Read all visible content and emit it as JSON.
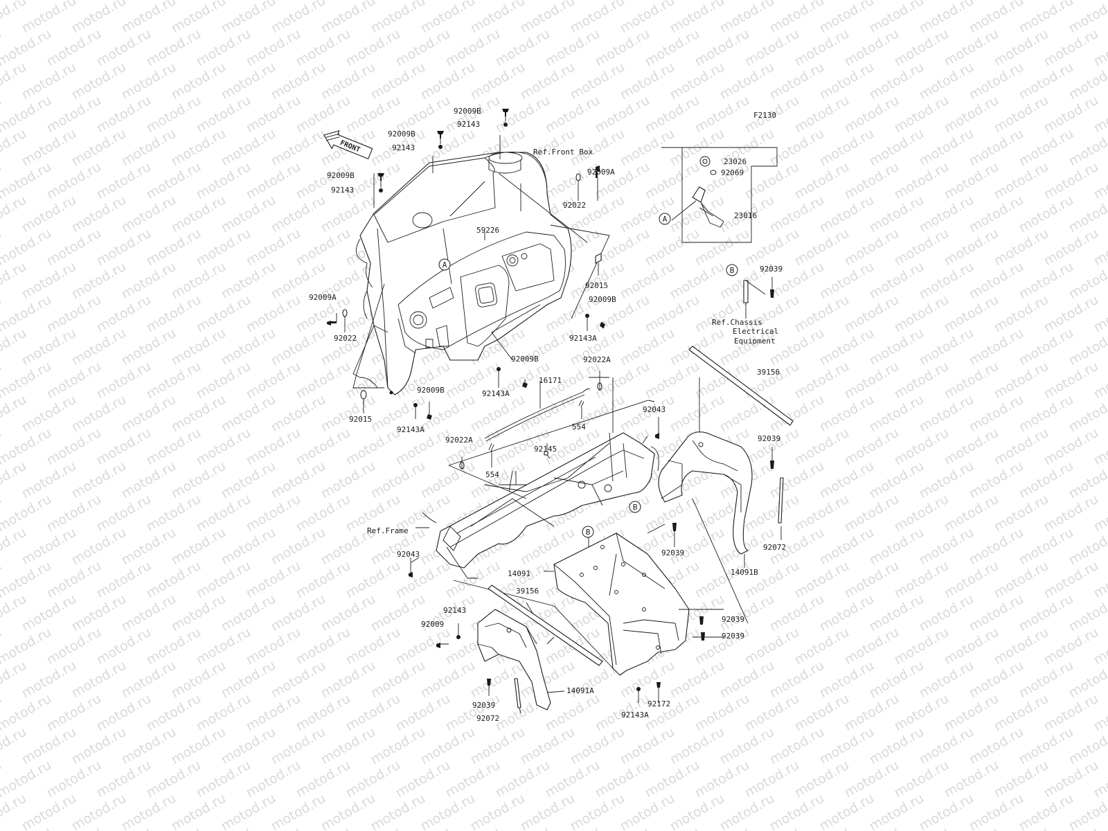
{
  "watermark": {
    "text": "motod.ru",
    "color": "#d9d9d9"
  },
  "figure_code": "F2130",
  "front_arrow": "FRONT",
  "callouts": [
    {
      "id": "c1",
      "letter": "A"
    },
    {
      "id": "c2",
      "letter": "A"
    },
    {
      "id": "c3",
      "letter": "B"
    },
    {
      "id": "c4",
      "letter": "B"
    },
    {
      "id": "c5",
      "letter": "B"
    }
  ],
  "parts": [
    {
      "id": "p1",
      "text": "92009B"
    },
    {
      "id": "p2",
      "text": "92143"
    },
    {
      "id": "p3",
      "text": "92009B"
    },
    {
      "id": "p4",
      "text": "92143"
    },
    {
      "id": "p5",
      "text": "Ref.Front Box"
    },
    {
      "id": "p6",
      "text": "92009B"
    },
    {
      "id": "p7",
      "text": "92143"
    },
    {
      "id": "p8",
      "text": "92022"
    },
    {
      "id": "p9",
      "text": "92009A"
    },
    {
      "id": "p10",
      "text": "59226"
    },
    {
      "id": "p11",
      "text": "92015"
    },
    {
      "id": "p12",
      "text": "92009B"
    },
    {
      "id": "p13",
      "text": "92143A"
    },
    {
      "id": "p14",
      "text": "92009A"
    },
    {
      "id": "p15",
      "text": "92022"
    },
    {
      "id": "p16",
      "text": "92009B"
    },
    {
      "id": "p17",
      "text": "92022A"
    },
    {
      "id": "p18",
      "text": "92143A"
    },
    {
      "id": "p19",
      "text": "16171"
    },
    {
      "id": "p20",
      "text": "92009B"
    },
    {
      "id": "p21",
      "text": "92015"
    },
    {
      "id": "p22",
      "text": "92143A"
    },
    {
      "id": "p23",
      "text": "554"
    },
    {
      "id": "p24",
      "text": "92145"
    },
    {
      "id": "p25",
      "text": "92022A"
    },
    {
      "id": "p26",
      "text": "554"
    },
    {
      "id": "p27",
      "text": "92043"
    },
    {
      "id": "p28",
      "text": "23026"
    },
    {
      "id": "p29",
      "text": "92069"
    },
    {
      "id": "p30",
      "text": "23016"
    },
    {
      "id": "p31",
      "text": "92039"
    },
    {
      "id": "p32",
      "text": "Ref.Chassis"
    },
    {
      "id": "p33",
      "text": "Electrical"
    },
    {
      "id": "p34",
      "text": "Equipment"
    },
    {
      "id": "p35",
      "text": "39156"
    },
    {
      "id": "p36",
      "text": "92039"
    },
    {
      "id": "p37",
      "text": "Ref.Frame"
    },
    {
      "id": "p38",
      "text": "92043"
    },
    {
      "id": "p39",
      "text": "92039"
    },
    {
      "id": "p40",
      "text": "92072"
    },
    {
      "id": "p41",
      "text": "14091B"
    },
    {
      "id": "p42",
      "text": "14091"
    },
    {
      "id": "p43",
      "text": "39156"
    },
    {
      "id": "p44",
      "text": "92143"
    },
    {
      "id": "p45",
      "text": "92009"
    },
    {
      "id": "p46",
      "text": "92039"
    },
    {
      "id": "p47",
      "text": "92039"
    },
    {
      "id": "p48",
      "text": "14091A"
    },
    {
      "id": "p49",
      "text": "92039"
    },
    {
      "id": "p50",
      "text": "92072"
    },
    {
      "id": "p51",
      "text": "92143A"
    },
    {
      "id": "p52",
      "text": "92172"
    }
  ]
}
